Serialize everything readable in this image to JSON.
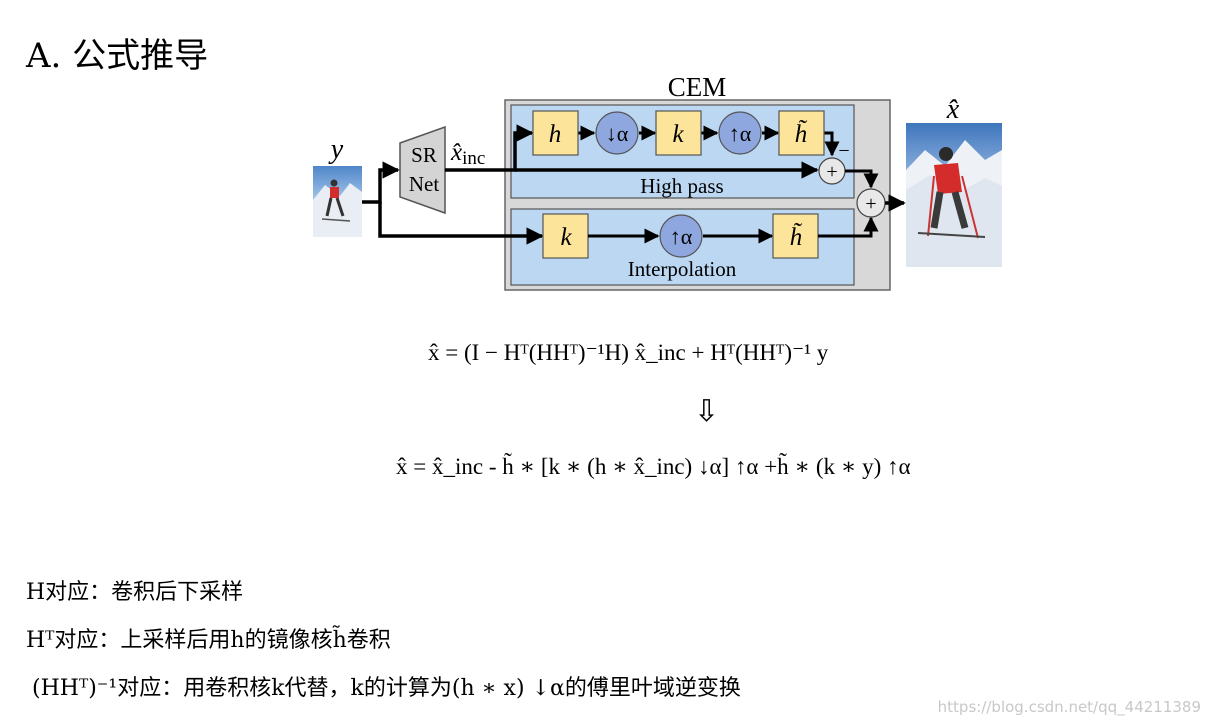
{
  "title": "A. 公式推导",
  "diagram": {
    "cem_label": "CEM",
    "input_label": "y",
    "sr_label_1": "SR",
    "sr_label_2": "Net",
    "x_inc_label_main": "x̂",
    "x_inc_label_sub": "inc",
    "output_label": "x̂",
    "high_pass": {
      "label": "High pass",
      "blocks": [
        "h",
        "↓α",
        "k",
        "↑α",
        "h̃"
      ],
      "minus_sign": "−"
    },
    "interpolation": {
      "label": "Interpolation",
      "blocks": [
        "k",
        "↑α",
        "h̃"
      ]
    },
    "plus_sign": "+",
    "colors": {
      "block_fill": "#fce49a",
      "circle_fill": "#8fa7df",
      "panel_fill": "#bcd7f2",
      "cem_fill": "#d8d8d8",
      "sr_fill": "#d4d4d4"
    }
  },
  "equations": {
    "eq1": "x̂ = (I − Hᵀ(HHᵀ)⁻¹H) x̂_inc + Hᵀ(HHᵀ)⁻¹ y",
    "implies": "⇩",
    "eq2": "x̂ = x̂_inc - h̃ ∗ [k ∗ (h ∗ x̂_inc) ↓α] ↑α +h̃ ∗ (k ∗ y) ↑α"
  },
  "notes": [
    "H对应：卷积后下采样",
    "Hᵀ对应：上采样后用h的镜像核h̃卷积",
    "(HHᵀ)⁻¹对应：用卷积核k代替，k的计算为(h ∗ x) ↓α的傅里叶域逆变换"
  ],
  "watermark": "https://blog.csdn.net/qq_44211389"
}
